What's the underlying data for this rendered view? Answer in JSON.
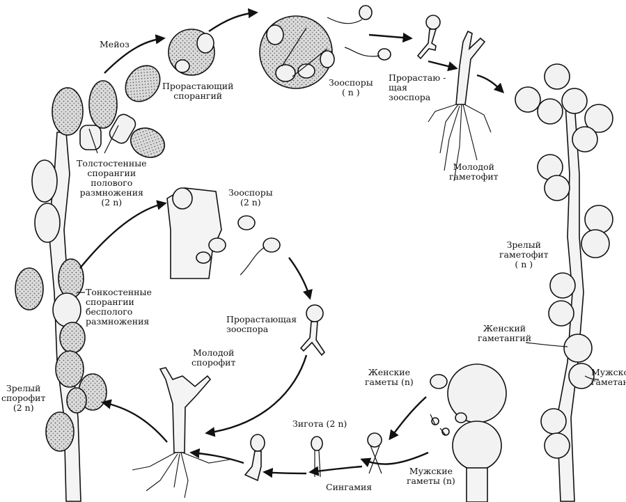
{
  "labels": {
    "meiosis": "Мейоз",
    "germinating_sporangium": [
      "Прорастающий",
      "спорангий"
    ],
    "zoospores_n": [
      "Зооспоры",
      "( n )"
    ],
    "germinating_zoospore_n": [
      "Прорастаю -",
      "щая",
      "зооспора"
    ],
    "young_gametophyte": [
      "Молодой",
      "гаметофит"
    ],
    "thick_sporangia": [
      "Толстостенные",
      "спорангии",
      "полового",
      "размножения",
      "(2 n)"
    ],
    "zoospores_2n": [
      "Зооспоры",
      "(2 n)"
    ],
    "mature_gametophyte": [
      "Зрелый",
      "гаметофит",
      "( n )"
    ],
    "thin_sporangia": [
      "Тонкостенные",
      "спорангии",
      "бесполого",
      "размножения"
    ],
    "germinating_zoospore_2n": [
      "Прорастающая",
      "зооспора"
    ],
    "female_gametangium": [
      "Женский",
      "гаметангий"
    ],
    "young_sporophyte": [
      "Молодой",
      "спорофит"
    ],
    "female_gametes": [
      "Женские",
      "гаметы (n)"
    ],
    "male_gametangium": [
      "Мужской",
      "гаметангий"
    ],
    "mature_sporophyte": [
      "Зрелый",
      "спорофит",
      "(2 n)"
    ],
    "zygote": "Зигота (2 n)",
    "syngamy": "Сингамия",
    "male_gametes": [
      "Мужские",
      "гаметы (n)"
    ]
  }
}
